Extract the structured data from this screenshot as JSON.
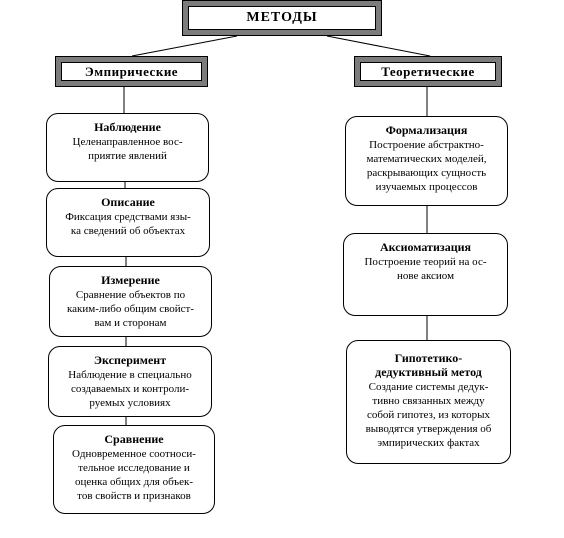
{
  "root": {
    "label": "МЕТОДЫ"
  },
  "branches": [
    {
      "label": "Эмпирические",
      "items": [
        {
          "title": "Наблюдение",
          "desc": "Целенаправленное вос-\nприятие явлений"
        },
        {
          "title": "Описание",
          "desc": "Фиксация средствами язы-\nка сведений об объектах"
        },
        {
          "title": "Измерение",
          "desc": "Сравнение объектов по\nкаким-либо общим свойст-\nвам и сторонам"
        },
        {
          "title": "Эксперимент",
          "desc": "Наблюдение в специально\nсоздаваемых и контроли-\nруемых условиях"
        },
        {
          "title": "Сравнение",
          "desc": "Одновременное соотноси-\nтельное исследование и\nоценка общих для объек-\nтов свойств и признаков"
        }
      ]
    },
    {
      "label": "Теоретические",
      "items": [
        {
          "title": "Формализация",
          "desc": "Построение абстрактно-\nматематических моделей,\nраскрывающих сущность\nизучаемых процессов"
        },
        {
          "title": "Аксиоматизация",
          "desc": "Построение теорий на ос-\nнове аксиом"
        },
        {
          "title": "Гипотетико-\nдедуктивный метод",
          "desc": "Создание системы дедук-\nтивно связанных между\nсобой гипотез, из которых\nвыводятся утверждения об\nэмпирических фактах"
        }
      ]
    }
  ]
}
